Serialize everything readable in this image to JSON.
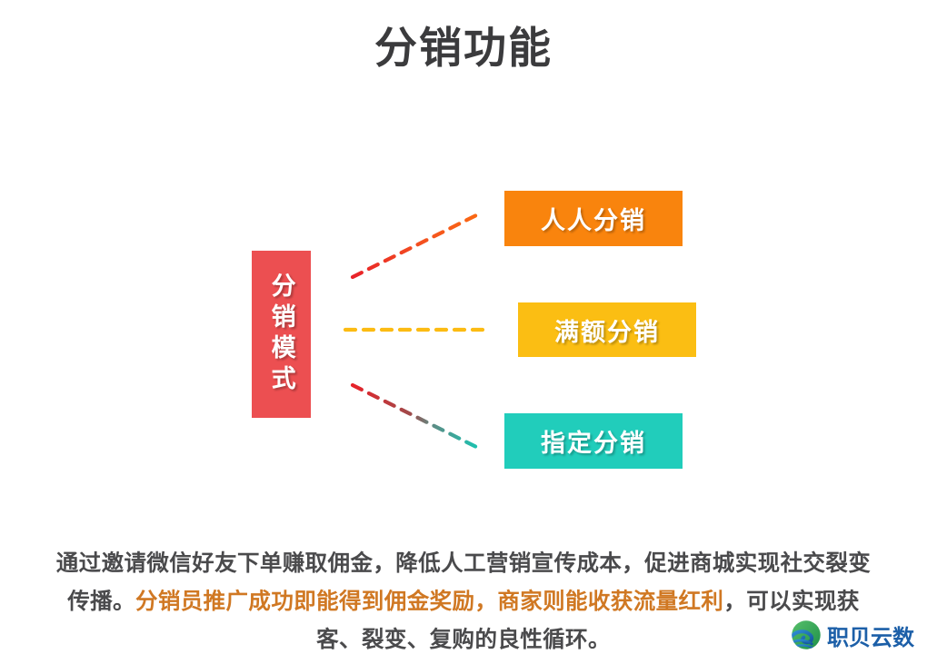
{
  "page": {
    "title": "分销功能",
    "background": "#ffffff",
    "title_color": "#3b3b3d"
  },
  "diagram": {
    "hub": {
      "label": "分销模式",
      "color": "#ec4f51",
      "text_color": "#ffffff",
      "orientation": "vertical"
    },
    "nodes": [
      {
        "label": "人人分销",
        "color": "#f9840d",
        "text_color": "#ffffff",
        "connector": "dashed-red-orange-up"
      },
      {
        "label": "满额分销",
        "color": "#fbbe13",
        "text_color": "#ffffff",
        "connector": "dashed-yellow-horizontal"
      },
      {
        "label": "指定分销",
        "color": "#21cdbb",
        "text_color": "#ffffff",
        "connector": "dashed-red-to-teal-down"
      }
    ]
  },
  "caption": {
    "line1": "通过邀请微信好友下单赚取佣金，降低人工营销宣传成本，促进商城实现社交",
    "line2_lead": "裂变传播。",
    "line2_highlight": "分销员推广成功即能得到佣金奖励，商家则能收获流量红利",
    "line2_tail": "，可以",
    "line3": "实现获客、裂变、复购的良性循环。",
    "highlight_color": "#d07823",
    "text_color": "#4a4a4c"
  },
  "logo": {
    "icon": "wave-circle-logo-icon",
    "text": "职贝云数",
    "text_color": "#1c5fa8",
    "icon_colors": [
      "#2fa84f",
      "#1b77c4"
    ]
  }
}
